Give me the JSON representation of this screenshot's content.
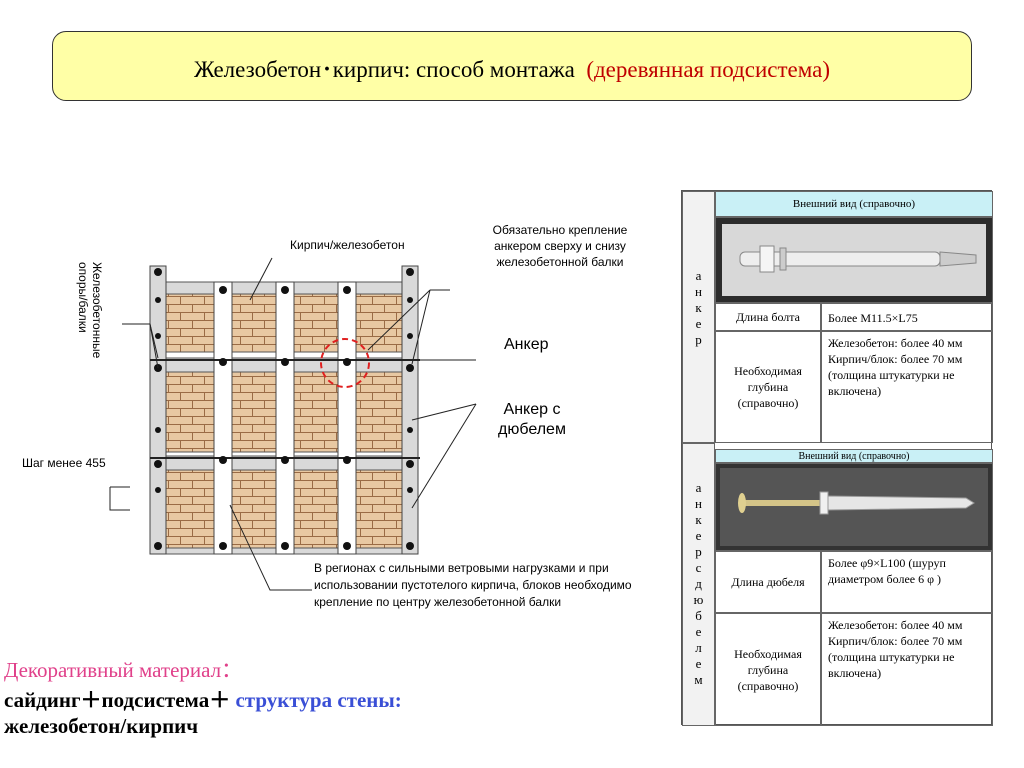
{
  "title": {
    "main": "Железобетон･кирпич: способ монтажа",
    "sub": "(деревянная подсистема)"
  },
  "diagram": {
    "label_brick": "Кирпич/железобетон",
    "label_supports": "Железобетонные опоры/балки",
    "label_required": "Обязательно крепление анкером сверху и снизу железобетонной балки",
    "label_anchor": "Анкер",
    "label_anchor_dowel": "Анкер с дюбелем",
    "label_step": "Шаг менее 455",
    "label_regions": "В регионах с сильными ветровыми нагрузками и при использовании пустотелого кирпича, блоков необходимо крепление по центру железобетонной балки"
  },
  "bottom": {
    "line1": "Декоративный материал：",
    "line2a": "сайдинг＋подсистема＋",
    "line2b": "структура стены:",
    "line3": "железобетон/кирпич"
  },
  "table": {
    "anchor": {
      "side": "анкер",
      "header": "Внешний вид (справочно)",
      "photo_icon": "anchor-bolt-photo",
      "r1_label": "Длина болта",
      "r1_value": "Более M11.5×L75",
      "r2_label": "Необходимая глубина (справочно)",
      "r2_value": "Железобетон: более 40 мм Кирпич/блок: более 70 мм (толщина штукатурки не включена)"
    },
    "dowel": {
      "side": "анкер с дюбелем",
      "header": "Внешний вид (справочно)",
      "photo_icon": "dowel-anchor-photo",
      "r1_label": "Длина дюбеля",
      "r1_value": "Более φ9×L100 (шуруп диаметром более 6 φ )",
      "r2_label": "Необходимая глубина (справочно)",
      "r2_value": "Железобетон: более 40 мм Кирпич/блок: более 70 мм (толщина штукатурки не включена)"
    }
  },
  "colors": {
    "title_bg": "#ffffa6",
    "title_sub": "#c00000",
    "brick": "#e8c8a2",
    "table_header": "#c9f0f6",
    "pink": "#e0408a",
    "blue": "#3a4fd6",
    "anchor_circle": "#e02020"
  }
}
